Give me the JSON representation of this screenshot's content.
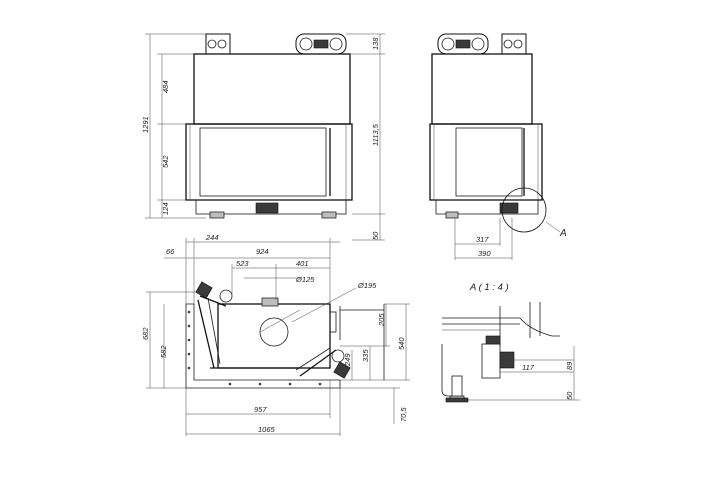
{
  "dimensions": {
    "front_height_total": "1291",
    "front_top_section": "484",
    "front_glass_height": "542",
    "front_base_height": "124",
    "front_flue_top": "138",
    "front_opening_to_top": "1113,5",
    "front_floor_offset": "50",
    "side_depth_inner": "317",
    "side_depth_total": "390",
    "plan_left_offset": "66",
    "plan_offset_244": "244",
    "plan_width_924": "924",
    "plan_523": "523",
    "plan_401": "401",
    "plan_flue_diameter": "Ø125",
    "plan_outlet_diameter": "Ø195",
    "plan_depth_682": "682",
    "plan_depth_582": "582",
    "plan_205": "205",
    "plan_540": "540",
    "plan_335": "335",
    "plan_249": "249",
    "plan_957": "957",
    "plan_1065": "1065",
    "plan_70": "70,5",
    "detail_117": "117",
    "detail_89": "89",
    "detail_50": "50"
  },
  "labels": {
    "detail_marker": "A",
    "detail_title": "A ( 1 : 4 )"
  }
}
